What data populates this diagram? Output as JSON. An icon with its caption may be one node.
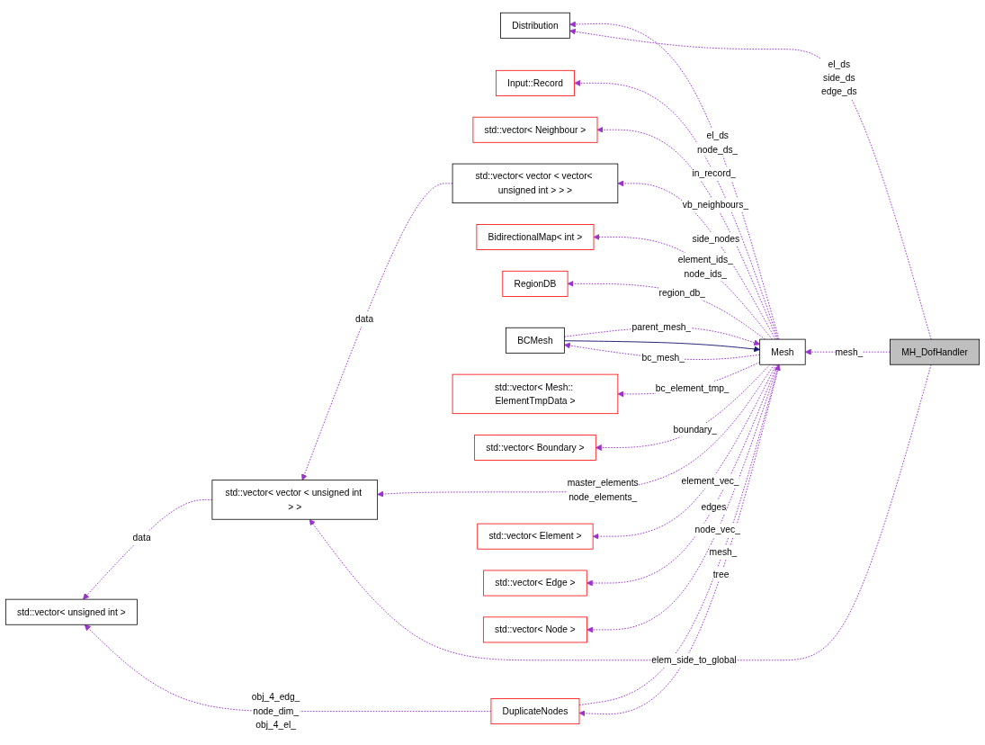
{
  "diagram": {
    "nodes": [
      {
        "text": [
          "MH_DofHandler"
        ]
      },
      {
        "text": [
          "Distribution"
        ]
      },
      {
        "text": [
          "Input::Record"
        ]
      },
      {
        "text": [
          "std::vector< Neighbour >"
        ]
      },
      {
        "text": [
          "std::vector< vector < vector< unsigned int > > >"
        ]
      },
      {
        "text": [
          "BidirectionalMap< int >"
        ]
      },
      {
        "text": [
          "RegionDB"
        ]
      },
      {
        "text": [
          "BCMesh"
        ]
      },
      {
        "text": [
          "Mesh"
        ]
      },
      {
        "text": [
          "std::vector< Mesh:: ElementTmpData >"
        ]
      },
      {
        "text": [
          "std::vector< vector < unsigned int > >"
        ]
      },
      {
        "text": [
          "std::vector< Boundary >"
        ]
      },
      {
        "text": [
          "DuplicateNodes"
        ]
      },
      {
        "text": [
          "std::vector< Element >"
        ]
      },
      {
        "text": [
          "std::vector< Edge >"
        ]
      },
      {
        "text": [
          "std::vector< Node >"
        ]
      },
      {
        "text": [
          "std::vector< unsigned int >"
        ]
      }
    ],
    "edges": [
      {
        "from": 0,
        "to": 10,
        "arrow": "to",
        "label": "elem_side_to_global",
        "style": "dashed"
      },
      {
        "from": 0,
        "to": 1,
        "arrow": "to",
        "label": "el_ds side_ds edge_ds",
        "style": "dashed"
      },
      {
        "from": 0,
        "to": 8,
        "arrow": "to",
        "label": "mesh_",
        "style": "dashed"
      },
      {
        "from": 8,
        "to": 1,
        "arrow": "to",
        "label": "el_ds node_ds_",
        "style": "dashed"
      },
      {
        "from": 8,
        "to": 2,
        "arrow": "to",
        "label": "in_record_",
        "style": "dashed"
      },
      {
        "from": 8,
        "to": 3,
        "arrow": "to",
        "label": "vb_neighbours_",
        "style": "dashed"
      },
      {
        "from": 8,
        "to": 4,
        "arrow": "to",
        "label": "side_nodes",
        "style": "dashed"
      },
      {
        "from": 8,
        "to": 5,
        "arrow": "to",
        "label": "element_ids_ node_ids_",
        "style": "dashed"
      },
      {
        "from": 8,
        "to": 6,
        "arrow": "to",
        "label": "region_db_",
        "style": "dashed"
      },
      {
        "from": 7,
        "to": 8,
        "arrow": "to",
        "color": "#191970"
      },
      {
        "from": 7,
        "to": 8,
        "arrow": "to",
        "label": "parent_mesh_",
        "style": "dashed"
      },
      {
        "from": 8,
        "to": 7,
        "arrow": "to",
        "label": "bc_mesh_",
        "style": "dashed"
      },
      {
        "from": 8,
        "to": 9,
        "arrow": "to",
        "label": "bc_element_tmp_",
        "style": "dashed"
      },
      {
        "from": 8,
        "to": 11,
        "arrow": "to",
        "label": "boundary_",
        "style": "dashed"
      },
      {
        "from": 8,
        "to": 13,
        "arrow": "to",
        "label": "element_vec_",
        "style": "dashed"
      },
      {
        "from": 8,
        "to": 14,
        "arrow": "to",
        "label": "edges",
        "style": "dashed"
      },
      {
        "from": 8,
        "to": 15,
        "arrow": "to",
        "label": "node_vec_",
        "style": "dashed"
      },
      {
        "from": 8,
        "to": 10,
        "arrow": "to",
        "label": "master_elements node_elements_",
        "style": "dashed"
      },
      {
        "from": 8,
        "to": 12,
        "arrow": "to",
        "label": "tree",
        "style": "dashed"
      },
      {
        "from": 12,
        "to": 8,
        "arrow": "to",
        "label": "mesh_",
        "style": "dashed"
      },
      {
        "from": 12,
        "to": 16,
        "arrow": "to",
        "label": "obj_4_edg_ node_dim_ obj_4_el_",
        "style": "dashed"
      },
      {
        "from": 4,
        "to": 10,
        "arrow": "to",
        "label": "data",
        "style": "dashed"
      },
      {
        "from": 10,
        "to": 16,
        "arrow": "to",
        "label": "data",
        "style": "dashed"
      }
    ]
  }
}
